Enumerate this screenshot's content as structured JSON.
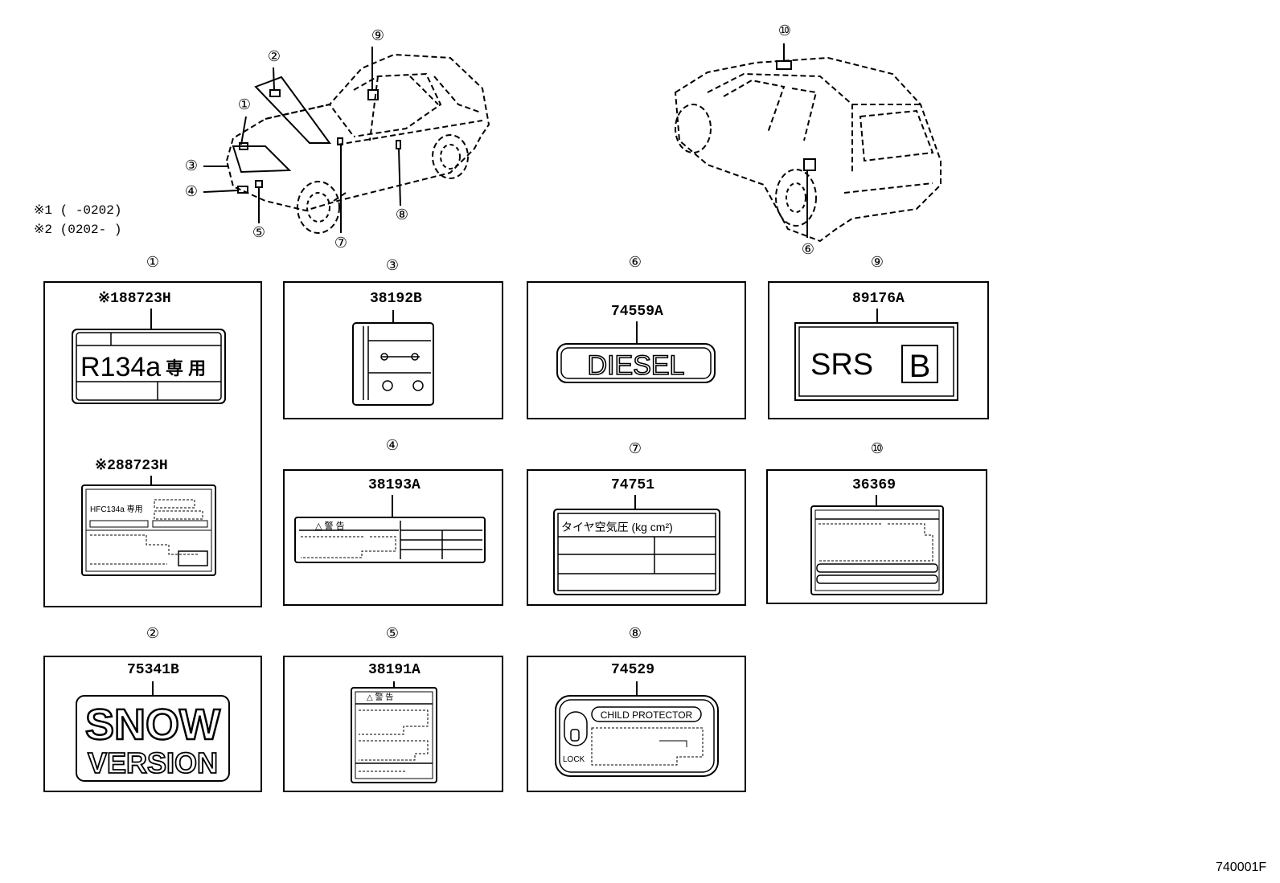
{
  "vehicle_callouts": {
    "front": [
      "①",
      "②",
      "③",
      "④",
      "⑤",
      "⑦",
      "⑧",
      "⑨"
    ],
    "rear": [
      "⑥",
      "⑩"
    ]
  },
  "notes": [
    {
      "mark": "※1",
      "range": "(       -0202)"
    },
    {
      "mark": "※2",
      "range": "(0202-       )"
    }
  ],
  "panels": [
    {
      "id": "p1",
      "circle": "①",
      "variants": [
        {
          "mark": "※1",
          "part": "88723H",
          "label_main": "R134a",
          "label_jp": "専 用"
        },
        {
          "mark": "※2",
          "part": "88723H",
          "label_main": "HFC134a 専用"
        }
      ]
    },
    {
      "id": "p3",
      "circle": "③",
      "part": "38192B"
    },
    {
      "id": "p6",
      "circle": "⑥",
      "part": "74559A",
      "label": "DIESEL"
    },
    {
      "id": "p9",
      "circle": "⑨",
      "part": "89176A",
      "label": "SRS",
      "label_box": "B"
    },
    {
      "id": "p4",
      "circle": "④",
      "part": "38193A",
      "label": "△ 警 告"
    },
    {
      "id": "p7",
      "circle": "⑦",
      "part": "74751",
      "label": "タイヤ空気圧 (kg cm²)"
    },
    {
      "id": "p10",
      "circle": "⑩",
      "part": "36369"
    },
    {
      "id": "p2",
      "circle": "②",
      "part": "75341B",
      "label_1": "SNOW",
      "label_2": "VERSION"
    },
    {
      "id": "p5",
      "circle": "⑤",
      "part": "38191A",
      "label": "△ 警 告"
    },
    {
      "id": "p8",
      "circle": "⑧",
      "part": "74529",
      "label": "CHILD PROTECTOR",
      "label_lock": "LOCK"
    }
  ],
  "figure_code": "740001F"
}
